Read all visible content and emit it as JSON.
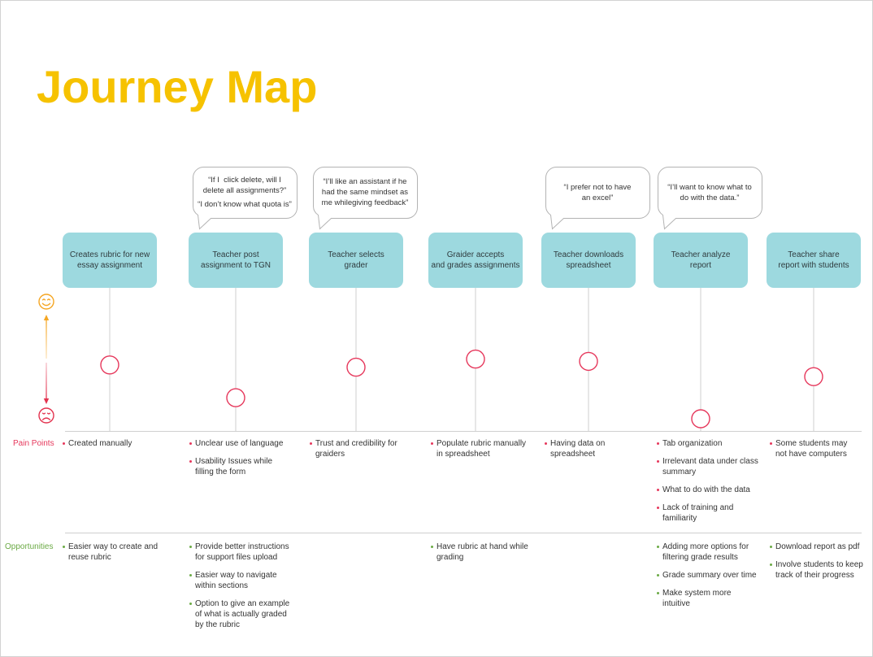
{
  "title": "Journey Map",
  "row_labels": {
    "pain_points": "Pain Points",
    "opportunities": "Opportunities"
  },
  "emotion_scale": {
    "top_icon": "smiley-face-icon",
    "bottom_icon": "sad-face-icon"
  },
  "colors": {
    "title": "#F6C200",
    "stage_box": "#9DD9DF",
    "touchpoint_circle": "#E6385C",
    "pain_points": "#E6385C",
    "opportunities": "#6BAA45",
    "happy_scale": "#F5A623",
    "sad_scale": "#E3334F",
    "divider_line": "#CFCFCF",
    "bubble_outline": "#B3B3B3"
  },
  "stages": [
    {
      "label": "Creates rubric for new\nessay assignment",
      "quotes": [],
      "emotion_level": 0.46,
      "pain_points": [
        "Created manually"
      ],
      "opportunities": [
        "Easier way to create and\nreuse rubric"
      ]
    },
    {
      "label": "Teacher post\nassignment to TGN",
      "quotes": [
        "“If I  click delete, will I\ndelete all assignments?”",
        "“I don’t know what quota is”"
      ],
      "emotion_level": 0.18,
      "pain_points": [
        "Unclear use of language",
        "Usability Issues while\nfilling the form"
      ],
      "opportunities": [
        "Provide better instructions\nfor support files upload",
        "Easier way to navigate\nwithin sections",
        "Option to give an example\nof what is actually graded\nby the rubric"
      ]
    },
    {
      "label": "Teacher selects\ngrader",
      "quotes": [
        "“I’ll like an assistant if he\nhad the same mindset as\nme whilegiving feedback”"
      ],
      "emotion_level": 0.44,
      "pain_points": [
        "Trust and credibility for\ngraiders"
      ],
      "opportunities": []
    },
    {
      "label": "Graider accepts\nand grades assignments",
      "quotes": [],
      "emotion_level": 0.51,
      "pain_points": [
        "Populate rubric manually\nin spreadsheet"
      ],
      "opportunities": [
        "Have rubric at hand while\ngrading"
      ]
    },
    {
      "label": "Teacher downloads\nspreadsheet",
      "quotes": [
        "“I prefer not to have\nan excel”"
      ],
      "emotion_level": 0.49,
      "pain_points": [
        "Having data on\nspreadsheet"
      ],
      "opportunities": []
    },
    {
      "label": "Teacher analyze\nreport",
      "quotes": [
        "“I’ll want to know what to\ndo with the data.”"
      ],
      "emotion_level": 0.0,
      "pain_points": [
        "Tab organization",
        "Irrelevant data under class\nsummary",
        "What to do with the data",
        "Lack of training and\nfamiliarity"
      ],
      "opportunities": [
        "Adding more options for\nfiltering grade results",
        "Grade summary over time",
        "Make system more\nintuitive"
      ]
    },
    {
      "label": "Teacher share\nreport with students",
      "quotes": [],
      "emotion_level": 0.36,
      "pain_points": [
        "Some students may\nnot have computers"
      ],
      "opportunities": [
        "Download report as pdf",
        "Involve students to keep\ntrack of their progress"
      ]
    }
  ]
}
